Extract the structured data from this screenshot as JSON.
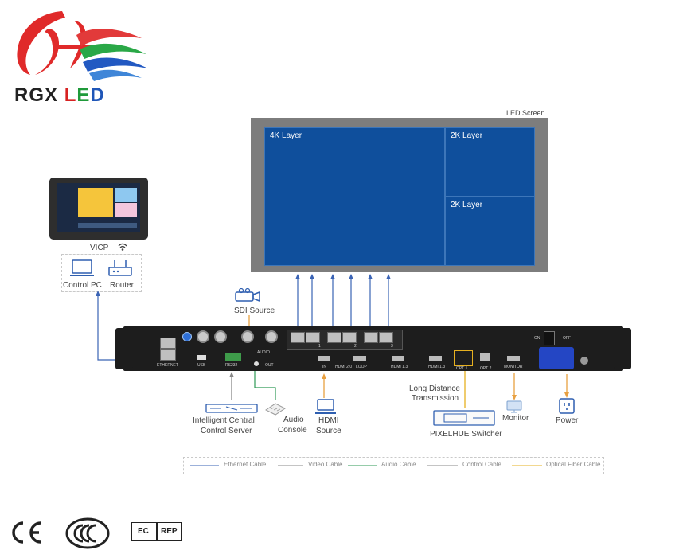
{
  "brand": {
    "name_prefix": "RGX",
    "name_l": "L",
    "name_e": "E",
    "name_d": "D",
    "colors": {
      "red": "#d72222",
      "green": "#1f9a3a",
      "blue": "#1f56b8"
    }
  },
  "screen": {
    "title": "LED Screen",
    "layer_4k": "4K Layer",
    "layer_2k_top": "2K Layer",
    "layer_2k_bottom": "2K Layer",
    "layer_color": "#0f4f9c"
  },
  "labels": {
    "vicp": "VICP",
    "control_pc": "Control PC",
    "router": "Router",
    "sdi_source": "SDI Source",
    "central_server_1": "Intelligent Central",
    "central_server_2": "Control Server",
    "audio_console_1": "Audio",
    "audio_console_2": "Console",
    "hdmi_source_1": "HDMI",
    "hdmi_source_2": "Source",
    "long_distance_1": "Long Distance",
    "long_distance_2": "Transmission",
    "pixelhue_switcher": "PIXELHUE Switcher",
    "monitor": "Monitor",
    "power": "Power"
  },
  "legend": {
    "ethernet": "Ethernet Cable",
    "video": "Video Cable",
    "audio": "Audio Cable",
    "control": "Control Cable",
    "fiber": "Optical Fiber Cable",
    "colors": {
      "ethernet": "#3a63b5",
      "video": "#8a8a8a",
      "audio": "#2e9a56",
      "control": "#888888",
      "fiber": "#e6b020"
    }
  },
  "panel_labels": {
    "ethernet": "ETHERNET",
    "usb": "USB",
    "rs232": "RS232",
    "audio": "AUDIO",
    "out": "OUT",
    "in": "IN",
    "hdmi20": "HDMI 2.0",
    "loop": "LOOP",
    "hdmi13a": "HDMI 1.3",
    "hdmi13b": "HDMI 1.3",
    "opt1": "OPT 1",
    "opt2": "OPT 2",
    "monitor": "MONITOR",
    "on": "ON",
    "off": "OFF",
    "p1": "1",
    "p2": "2",
    "p3": "3"
  },
  "certs": {
    "ec": "EC",
    "rep": "REP"
  }
}
